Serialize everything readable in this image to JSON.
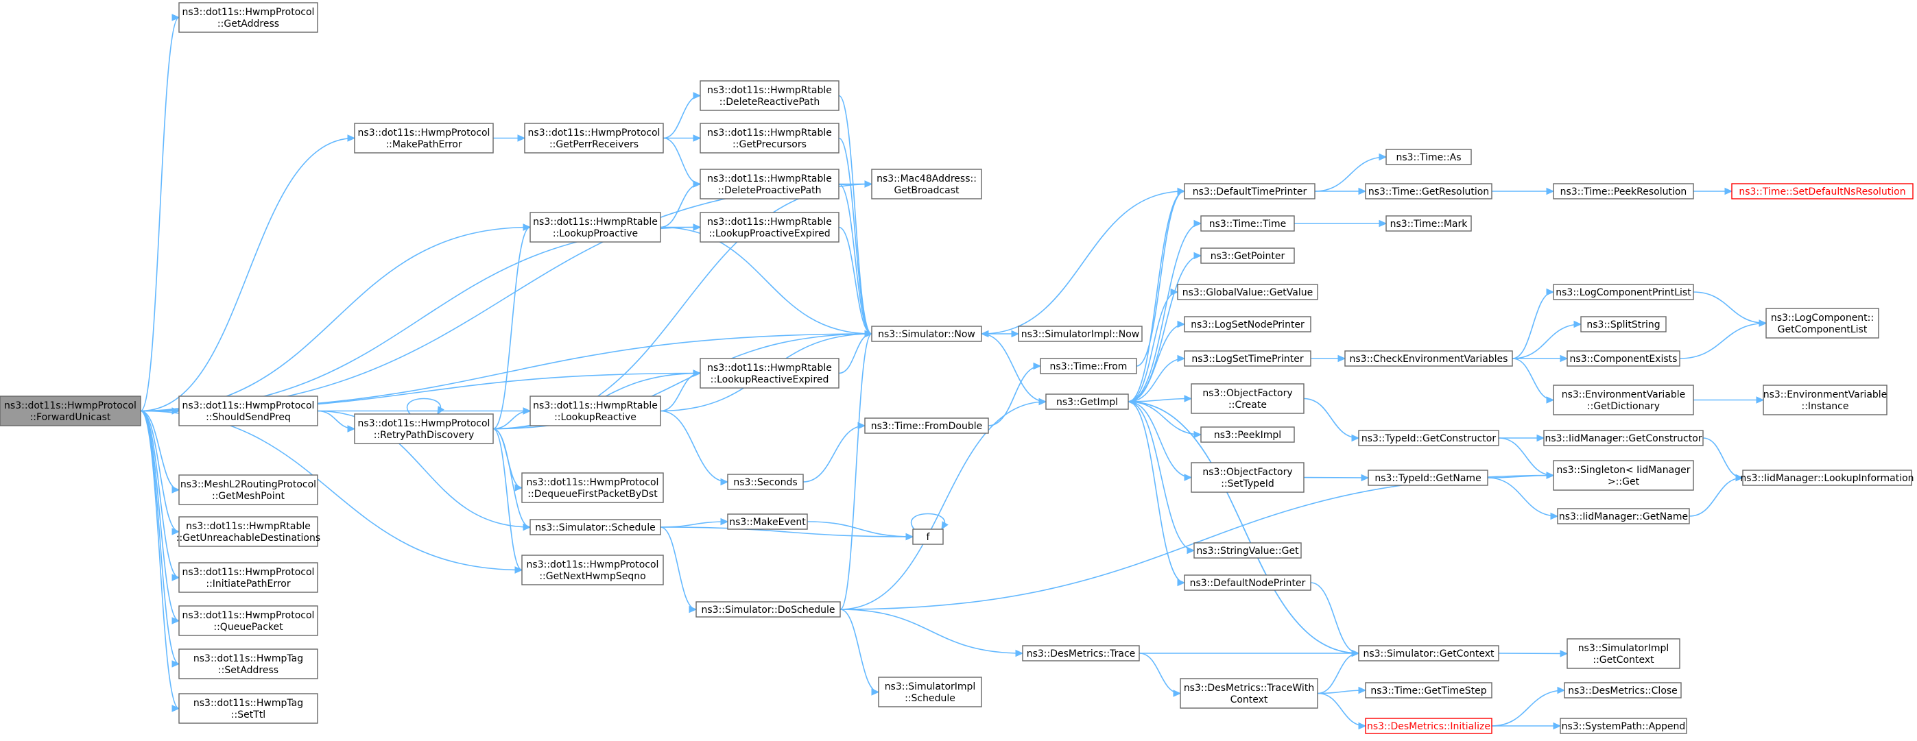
{
  "colors": {
    "edge": "#63b8ff",
    "node_border": "#666666",
    "root_fill": "#999999",
    "missing_border": "#ff0000"
  },
  "nodes": [
    {
      "id": "root",
      "lines": [
        "ns3::dot11s::HwmpProtocol",
        "::ForwardUnicast"
      ],
      "style": "root"
    },
    {
      "id": "getaddress",
      "lines": [
        "ns3::dot11s::HwmpProtocol",
        "::GetAddress"
      ]
    },
    {
      "id": "makepatherror",
      "lines": [
        "ns3::dot11s::HwmpProtocol",
        "::MakePathError"
      ]
    },
    {
      "id": "getperrreceivers",
      "lines": [
        "ns3::dot11s::HwmpProtocol",
        "::GetPerrReceivers"
      ]
    },
    {
      "id": "deletereactivepath",
      "lines": [
        "ns3::dot11s::HwmpRtable",
        "::DeleteReactivePath"
      ]
    },
    {
      "id": "getprecursors",
      "lines": [
        "ns3::dot11s::HwmpRtable",
        "::GetPrecursors"
      ]
    },
    {
      "id": "deleteproactivepath",
      "lines": [
        "ns3::dot11s::HwmpRtable",
        "::DeleteProactivePath"
      ]
    },
    {
      "id": "getbroadcast",
      "lines": [
        "ns3::Mac48Address::",
        "GetBroadcast"
      ]
    },
    {
      "id": "lookupproactive",
      "lines": [
        "ns3::dot11s::HwmpRtable",
        "::LookupProactive"
      ]
    },
    {
      "id": "lookupproactiveexpired",
      "lines": [
        "ns3::dot11s::HwmpRtable",
        "::LookupProactiveExpired"
      ]
    },
    {
      "id": "simnow",
      "lines": [
        "ns3::Simulator::Now"
      ]
    },
    {
      "id": "simimplnow",
      "lines": [
        "ns3::SimulatorImpl::Now"
      ]
    },
    {
      "id": "shouldsendpreq",
      "lines": [
        "ns3::dot11s::HwmpProtocol",
        "::ShouldSendPreq"
      ]
    },
    {
      "id": "retrypathdiscovery",
      "lines": [
        "ns3::dot11s::HwmpProtocol",
        "::RetryPathDiscovery"
      ]
    },
    {
      "id": "lookupreactiveexpired",
      "lines": [
        "ns3::dot11s::HwmpRtable",
        "::LookupReactiveExpired"
      ]
    },
    {
      "id": "lookupreactive",
      "lines": [
        "ns3::dot11s::HwmpRtable",
        "::LookupReactive"
      ]
    },
    {
      "id": "timefromdouble",
      "lines": [
        "ns3::Time::FromDouble"
      ]
    },
    {
      "id": "timefrom",
      "lines": [
        "ns3::Time::From"
      ]
    },
    {
      "id": "getimpl",
      "lines": [
        "ns3::GetImpl"
      ]
    },
    {
      "id": "seconds",
      "lines": [
        "ns3::Seconds"
      ]
    },
    {
      "id": "dequeue",
      "lines": [
        "ns3::dot11s::HwmpProtocol",
        "::DequeueFirstPacketByDst"
      ]
    },
    {
      "id": "getmeshpoint",
      "lines": [
        "ns3::MeshL2RoutingProtocol",
        "::GetMeshPoint"
      ]
    },
    {
      "id": "getunreachable",
      "lines": [
        "ns3::dot11s::HwmpRtable",
        "::GetUnreachableDestinations"
      ]
    },
    {
      "id": "initiatepatherror",
      "lines": [
        "ns3::dot11s::HwmpProtocol",
        "::InitiatePathError"
      ]
    },
    {
      "id": "queuepacket",
      "lines": [
        "ns3::dot11s::HwmpProtocol",
        "::QueuePacket"
      ]
    },
    {
      "id": "tagsetaddress",
      "lines": [
        "ns3::dot11s::HwmpTag",
        "::SetAddress"
      ]
    },
    {
      "id": "tagsetttl",
      "lines": [
        "ns3::dot11s::HwmpTag",
        "::SetTtl"
      ]
    },
    {
      "id": "schedule",
      "lines": [
        "ns3::Simulator::Schedule"
      ]
    },
    {
      "id": "getnexthwmpseqno",
      "lines": [
        "ns3::dot11s::HwmpProtocol",
        "::GetNextHwmpSeqno"
      ]
    },
    {
      "id": "makeevent",
      "lines": [
        "ns3::MakeEvent"
      ]
    },
    {
      "id": "f",
      "lines": [
        "f"
      ]
    },
    {
      "id": "doschedule",
      "lines": [
        "ns3::Simulator::DoSchedule"
      ]
    },
    {
      "id": "simimplschedule",
      "lines": [
        "ns3::SimulatorImpl",
        "::Schedule"
      ]
    },
    {
      "id": "desmetricstrace",
      "lines": [
        "ns3::DesMetrics::Trace"
      ]
    },
    {
      "id": "tracewithcontext",
      "lines": [
        "ns3::DesMetrics::TraceWith",
        "Context"
      ]
    },
    {
      "id": "defaulttimeprinter",
      "lines": [
        "ns3::DefaultTimePrinter"
      ]
    },
    {
      "id": "timetime",
      "lines": [
        "ns3::Time::Time"
      ]
    },
    {
      "id": "getpointer",
      "lines": [
        "ns3::GetPointer"
      ]
    },
    {
      "id": "globalvaluegetvalue",
      "lines": [
        "ns3::GlobalValue::GetValue"
      ]
    },
    {
      "id": "logsetnodeprinter",
      "lines": [
        "ns3::LogSetNodePrinter"
      ]
    },
    {
      "id": "logsettimeprinter",
      "lines": [
        "ns3::LogSetTimePrinter"
      ]
    },
    {
      "id": "objfactorycreate",
      "lines": [
        "ns3::ObjectFactory",
        "::Create"
      ]
    },
    {
      "id": "peekimpl",
      "lines": [
        "ns3::PeekImpl"
      ]
    },
    {
      "id": "objfactorysettypeid",
      "lines": [
        "ns3::ObjectFactory",
        "::SetTypeId"
      ]
    },
    {
      "id": "stringvalueget",
      "lines": [
        "ns3::StringValue::Get"
      ]
    },
    {
      "id": "defaultnodeprinter",
      "lines": [
        "ns3::DefaultNodePrinter"
      ]
    },
    {
      "id": "timeas",
      "lines": [
        "ns3::Time::As"
      ]
    },
    {
      "id": "timegetresolution",
      "lines": [
        "ns3::Time::GetResolution"
      ]
    },
    {
      "id": "timemark",
      "lines": [
        "ns3::Time::Mark"
      ]
    },
    {
      "id": "checkenv",
      "lines": [
        "ns3::CheckEnvironmentVariables"
      ]
    },
    {
      "id": "typeidgetconstructor",
      "lines": [
        "ns3::TypeId::GetConstructor"
      ]
    },
    {
      "id": "typeidgetname",
      "lines": [
        "ns3::TypeId::GetName"
      ]
    },
    {
      "id": "simgetcontext",
      "lines": [
        "ns3::Simulator::GetContext"
      ]
    },
    {
      "id": "timegettimestep",
      "lines": [
        "ns3::Time::GetTimeStep"
      ]
    },
    {
      "id": "desmetricsinitialize",
      "lines": [
        "ns3::DesMetrics::Initialize"
      ],
      "style": "red"
    },
    {
      "id": "timepeekresolution",
      "lines": [
        "ns3::Time::PeekResolution"
      ]
    },
    {
      "id": "timesetdefault",
      "lines": [
        "ns3::Time::SetDefaultNsResolution"
      ],
      "style": "red"
    },
    {
      "id": "logcompprintlist",
      "lines": [
        "ns3::LogComponentPrintList"
      ]
    },
    {
      "id": "splitstring",
      "lines": [
        "ns3::SplitString"
      ]
    },
    {
      "id": "componentexists",
      "lines": [
        "ns3::ComponentExists"
      ]
    },
    {
      "id": "envgetdictionary",
      "lines": [
        "ns3::EnvironmentVariable",
        "::GetDictionary"
      ]
    },
    {
      "id": "iidgetconstructor",
      "lines": [
        "ns3::IidManager::GetConstructor"
      ]
    },
    {
      "id": "singletonget",
      "lines": [
        "ns3::Singleton< IidManager",
        " >::Get"
      ]
    },
    {
      "id": "iidgetname",
      "lines": [
        "ns3::IidManager::GetName"
      ]
    },
    {
      "id": "simimplgetcontext",
      "lines": [
        "ns3::SimulatorImpl",
        "::GetContext"
      ]
    },
    {
      "id": "desmetricsclose",
      "lines": [
        "ns3::DesMetrics::Close"
      ]
    },
    {
      "id": "systempathappend",
      "lines": [
        "ns3::SystemPath::Append"
      ]
    },
    {
      "id": "logcompgetlist",
      "lines": [
        "ns3::LogComponent::",
        "GetComponentList"
      ]
    },
    {
      "id": "envinstance",
      "lines": [
        "ns3::EnvironmentVariable",
        "::Instance"
      ]
    },
    {
      "id": "iidlookupinfo",
      "lines": [
        "ns3::IidManager::LookupInformation"
      ]
    }
  ],
  "edges": [
    [
      "root",
      "getaddress"
    ],
    [
      "root",
      "getbroadcast"
    ],
    [
      "root",
      "makepatherror"
    ],
    [
      "root",
      "lookupproactiveexpired"
    ],
    [
      "root",
      "lookupproactive"
    ],
    [
      "root",
      "simnow"
    ],
    [
      "root",
      "lookupreactiveexpired"
    ],
    [
      "root",
      "lookupreactive"
    ],
    [
      "root",
      "shouldsendpreq"
    ],
    [
      "root",
      "getmeshpoint"
    ],
    [
      "root",
      "getunreachable"
    ],
    [
      "root",
      "initiatepatherror"
    ],
    [
      "root",
      "queuepacket"
    ],
    [
      "root",
      "tagsetaddress"
    ],
    [
      "root",
      "tagsetttl"
    ],
    [
      "root",
      "getnexthwmpseqno"
    ],
    [
      "makepatherror",
      "getperrreceivers"
    ],
    [
      "getperrreceivers",
      "deletereactivepath"
    ],
    [
      "getperrreceivers",
      "getprecursors"
    ],
    [
      "getperrreceivers",
      "deleteproactivepath"
    ],
    [
      "deleteproactivepath",
      "getbroadcast"
    ],
    [
      "deleteproactivepath",
      "simnow"
    ],
    [
      "deletereactivepath",
      "simnow"
    ],
    [
      "getprecursors",
      "simnow"
    ],
    [
      "lookupproactive",
      "deleteproactivepath"
    ],
    [
      "lookupproactive",
      "lookupproactiveexpired"
    ],
    [
      "lookupproactive",
      "simnow"
    ],
    [
      "lookupproactiveexpired",
      "simnow"
    ],
    [
      "shouldsendpreq",
      "retrypathdiscovery"
    ],
    [
      "shouldsendpreq",
      "schedule"
    ],
    [
      "retrypathdiscovery",
      "retrypathdiscovery"
    ],
    [
      "retrypathdiscovery",
      "lookupproactive"
    ],
    [
      "retrypathdiscovery",
      "getbroadcast"
    ],
    [
      "retrypathdiscovery",
      "lookupreactiveexpired"
    ],
    [
      "retrypathdiscovery",
      "lookupreactive"
    ],
    [
      "retrypathdiscovery",
      "simnow"
    ],
    [
      "retrypathdiscovery",
      "dequeue"
    ],
    [
      "retrypathdiscovery",
      "schedule"
    ],
    [
      "retrypathdiscovery",
      "getnexthwmpseqno"
    ],
    [
      "lookupreactive",
      "lookupreactiveexpired"
    ],
    [
      "lookupreactive",
      "simnow"
    ],
    [
      "lookupreactive",
      "seconds"
    ],
    [
      "lookupreactiveexpired",
      "simnow"
    ],
    [
      "simnow",
      "simimplnow"
    ],
    [
      "simnow",
      "getimpl"
    ],
    [
      "seconds",
      "timefromdouble"
    ],
    [
      "timefromdouble",
      "timefrom"
    ],
    [
      "timefrom",
      "defaulttimeprinter"
    ],
    [
      "schedule",
      "makeevent"
    ],
    [
      "schedule",
      "f"
    ],
    [
      "schedule",
      "doschedule"
    ],
    [
      "makeevent",
      "f"
    ],
    [
      "f",
      "f"
    ],
    [
      "doschedule",
      "simnow"
    ],
    [
      "doschedule",
      "getimpl"
    ],
    [
      "doschedule",
      "singletonget"
    ],
    [
      "doschedule",
      "desmetricstrace"
    ],
    [
      "doschedule",
      "simimplschedule"
    ],
    [
      "desmetricstrace",
      "simgetcontext"
    ],
    [
      "desmetricstrace",
      "tracewithcontext"
    ],
    [
      "tracewithcontext",
      "simgetcontext"
    ],
    [
      "tracewithcontext",
      "timegettimestep"
    ],
    [
      "tracewithcontext",
      "desmetricsinitialize"
    ],
    [
      "desmetricsinitialize",
      "desmetricsclose"
    ],
    [
      "desmetricsinitialize",
      "systempathappend"
    ],
    [
      "defaulttimeprinter",
      "simnow"
    ],
    [
      "defaulttimeprinter",
      "timeas"
    ],
    [
      "defaulttimeprinter",
      "timegetresolution"
    ],
    [
      "timegetresolution",
      "timepeekresolution"
    ],
    [
      "timepeekresolution",
      "timesetdefault"
    ],
    [
      "timetime",
      "timemark"
    ],
    [
      "getimpl",
      "defaulttimeprinter"
    ],
    [
      "getimpl",
      "timetime"
    ],
    [
      "getimpl",
      "getpointer"
    ],
    [
      "getimpl",
      "globalvaluegetvalue"
    ],
    [
      "getimpl",
      "logsetnodeprinter"
    ],
    [
      "getimpl",
      "logsettimeprinter"
    ],
    [
      "getimpl",
      "objfactorycreate"
    ],
    [
      "getimpl",
      "peekimpl"
    ],
    [
      "getimpl",
      "objfactorysettypeid"
    ],
    [
      "getimpl",
      "stringvalueget"
    ],
    [
      "getimpl",
      "defaultnodeprinter"
    ],
    [
      "getimpl",
      "simgetcontext"
    ],
    [
      "logsettimeprinter",
      "checkenv"
    ],
    [
      "checkenv",
      "logcompprintlist"
    ],
    [
      "checkenv",
      "splitstring"
    ],
    [
      "checkenv",
      "componentexists"
    ],
    [
      "checkenv",
      "envgetdictionary"
    ],
    [
      "logcompprintlist",
      "logcompgetlist"
    ],
    [
      "componentexists",
      "logcompgetlist"
    ],
    [
      "envgetdictionary",
      "envinstance"
    ],
    [
      "objfactorycreate",
      "typeidgetconstructor"
    ],
    [
      "typeidgetconstructor",
      "iidgetconstructor"
    ],
    [
      "typeidgetconstructor",
      "singletonget"
    ],
    [
      "objfactorysettypeid",
      "typeidgetname"
    ],
    [
      "typeidgetname",
      "singletonget"
    ],
    [
      "typeidgetname",
      "iidgetname"
    ],
    [
      "iidgetconstructor",
      "iidlookupinfo"
    ],
    [
      "iidgetname",
      "iidlookupinfo"
    ],
    [
      "defaultnodeprinter",
      "simgetcontext"
    ],
    [
      "simgetcontext",
      "simimplgetcontext"
    ],
    [
      "simgetcontext",
      "getimpl"
    ]
  ]
}
